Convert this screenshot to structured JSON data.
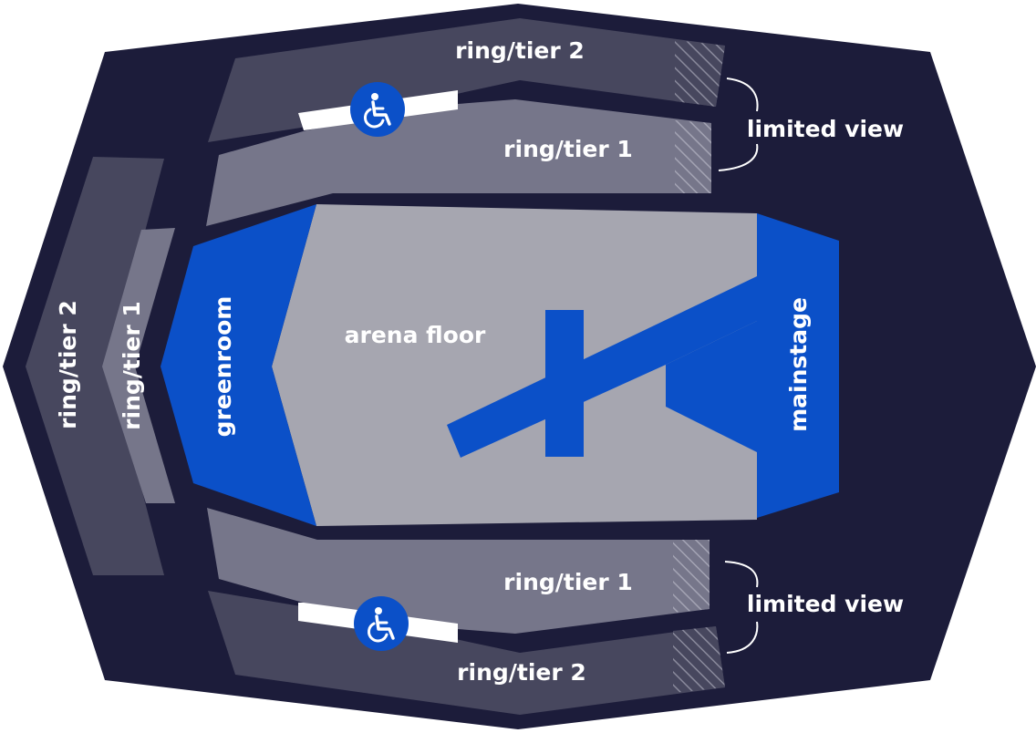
{
  "labels": {
    "top_tier2": "ring/tier 2",
    "top_tier1": "ring/tier 1",
    "bottom_tier1": "ring/tier 1",
    "bottom_tier2": "ring/tier 2",
    "left_tier2": "ring/tier 2",
    "left_tier1": "ring/tier 1",
    "greenroom": "greenroom",
    "arena_floor": "arena floor",
    "mainstage": "mainstage",
    "limited_view_top": "limited view",
    "limited_view_bottom": "limited view"
  },
  "icons": {
    "accessible_top": "wheelchair-icon",
    "accessible_bottom": "wheelchair-icon"
  },
  "colors": {
    "venue_outline": "#1c1c3a",
    "tier2": "#47475e",
    "tier1": "#76768a",
    "floor": "#a6a6b0",
    "stage_blue": "#0b50c8",
    "accessible_badge": "#0b50c8",
    "hatch": "#8a8a9c"
  }
}
